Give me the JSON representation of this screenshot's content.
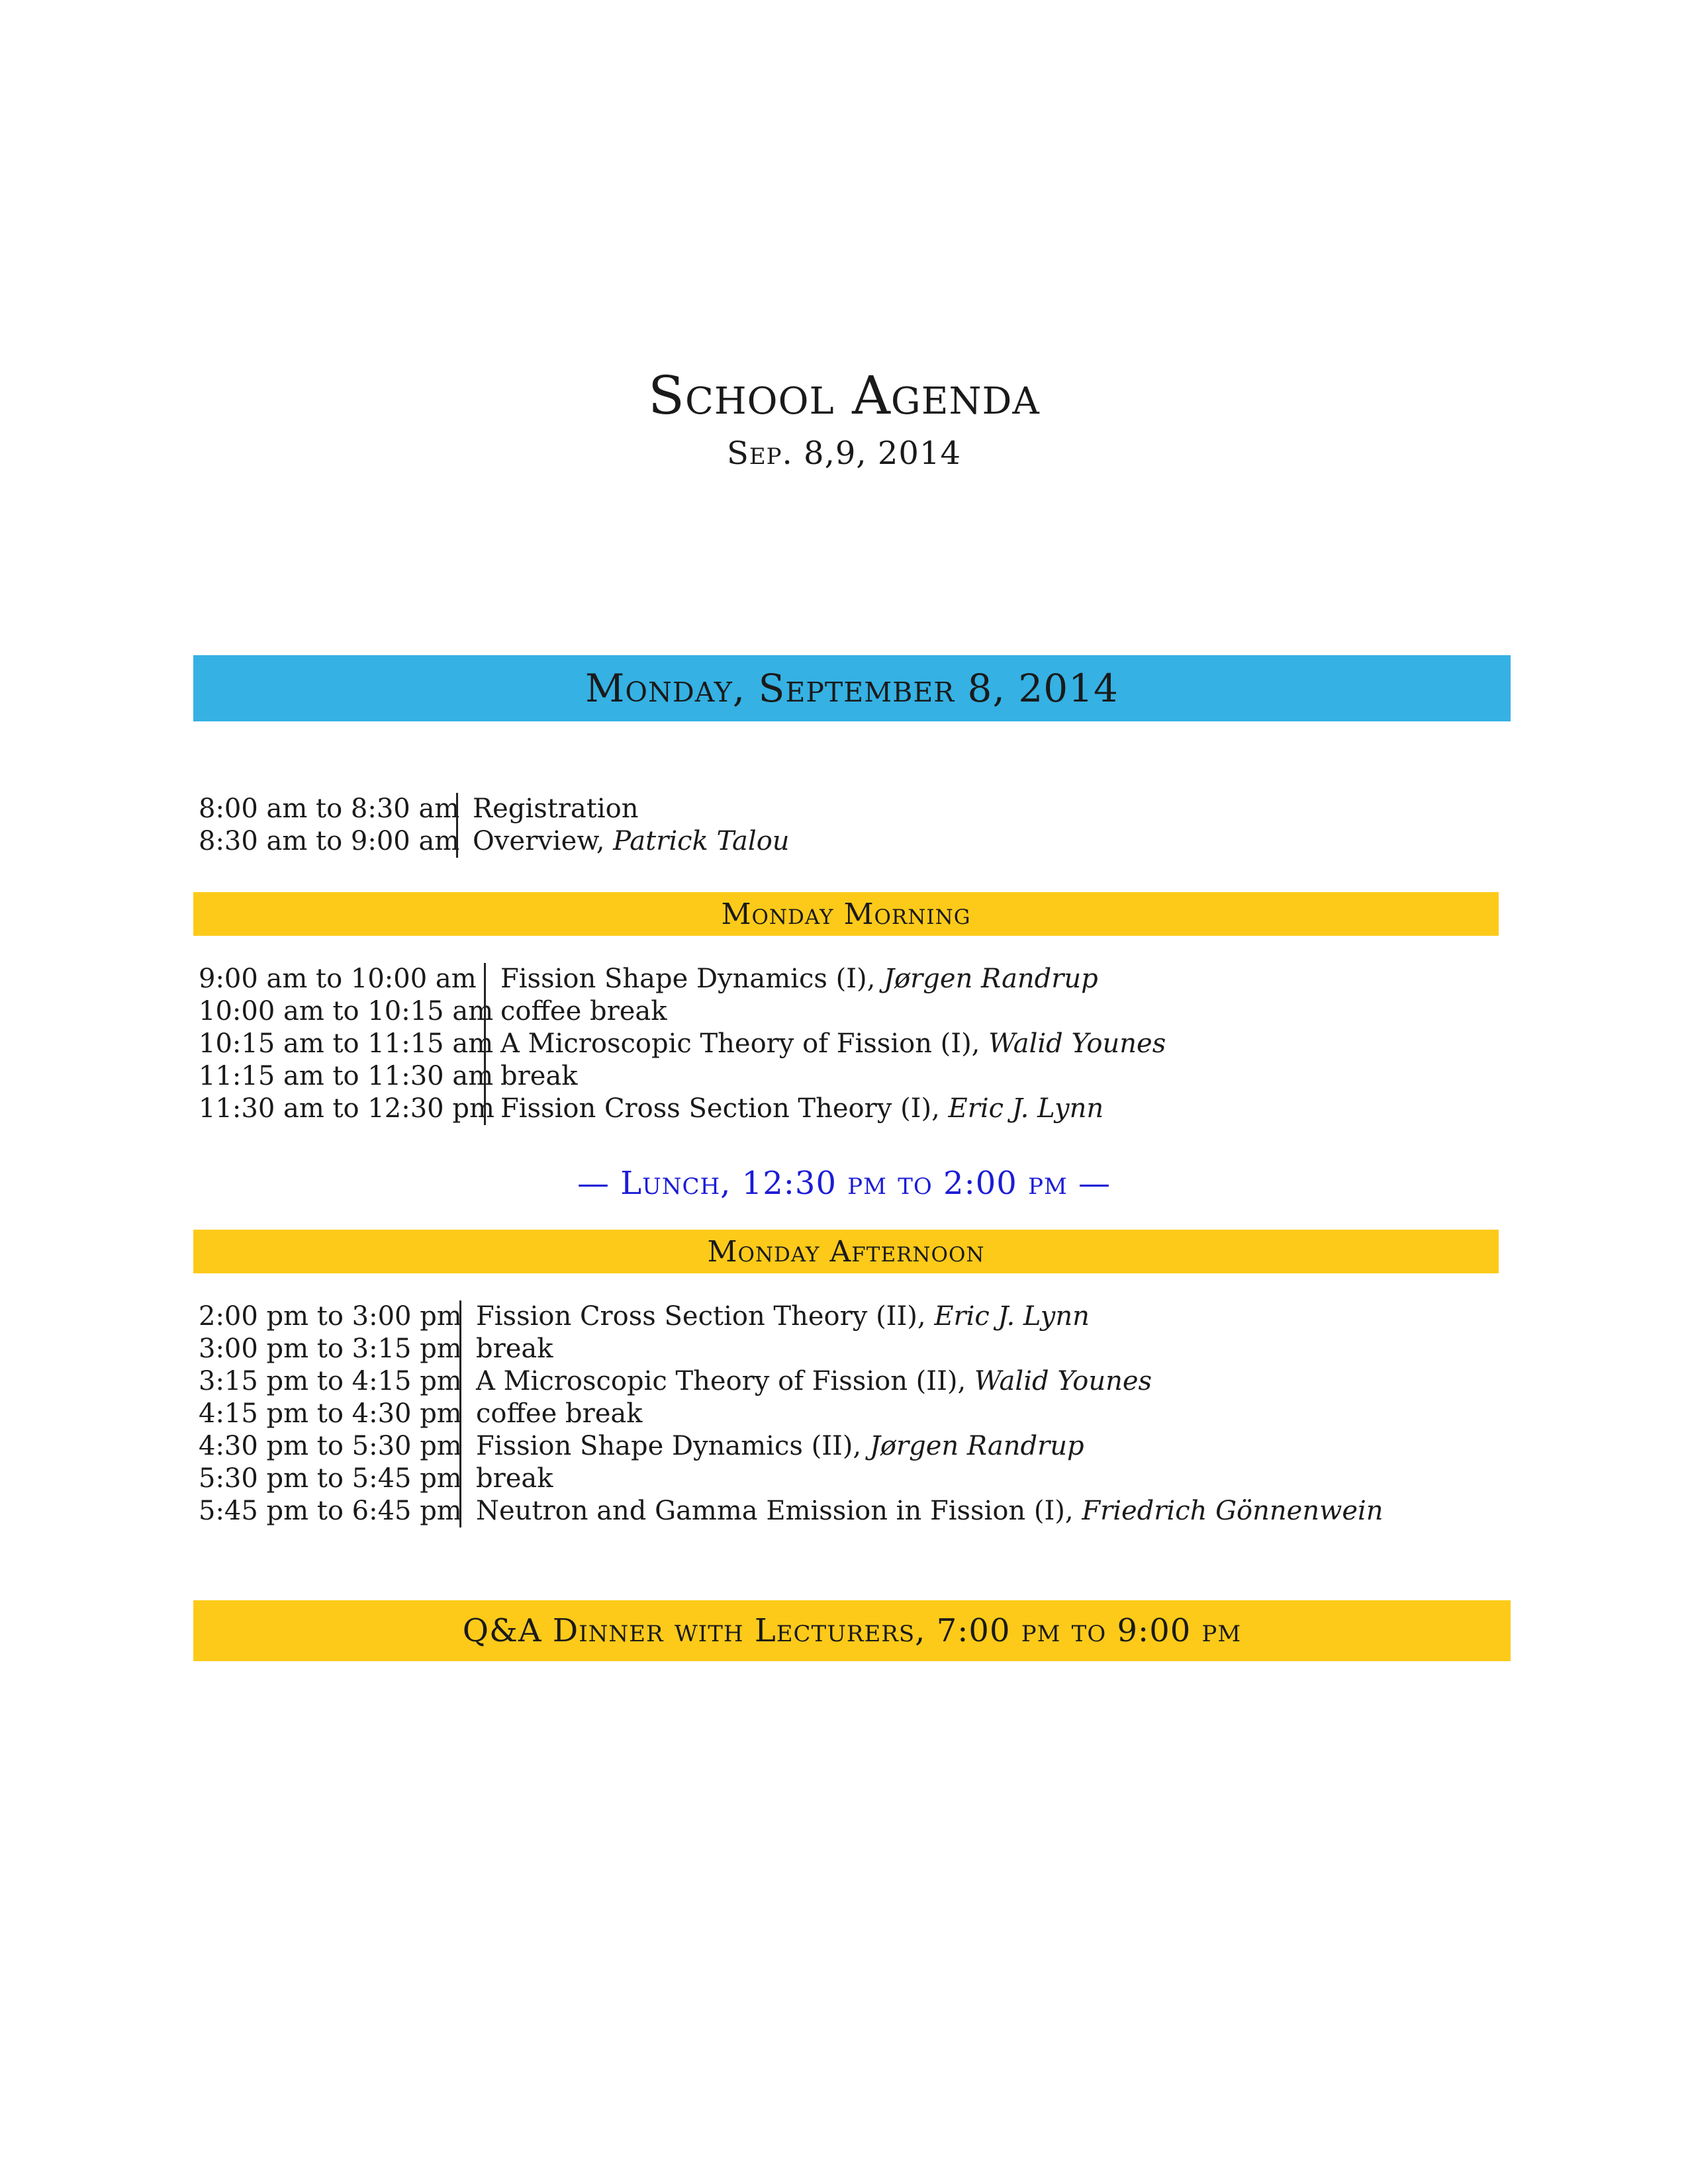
{
  "header": {
    "title": "School Agenda",
    "subtitle": "Sep. 8,9, 2014"
  },
  "day": {
    "title": "Monday, September 8, 2014"
  },
  "opening": [
    {
      "time": "8:00 am to 8:30 am",
      "title": "Registration",
      "speaker": ""
    },
    {
      "time": "8:30 am to 9:00 am",
      "title": "Overview, ",
      "speaker": "Patrick Talou"
    }
  ],
  "morning": {
    "title": "Monday Morning",
    "items": [
      {
        "time": "9:00 am to 10:00 am",
        "title": "Fission Shape Dynamics (I), ",
        "speaker": "Jørgen Randrup"
      },
      {
        "time": "10:00 am to 10:15 am",
        "title": "coffee break",
        "speaker": ""
      },
      {
        "time": "10:15 am to 11:15 am",
        "title": "A Microscopic Theory of Fission (I), ",
        "speaker": "Walid Younes"
      },
      {
        "time": "11:15 am to 11:30 am",
        "title": "break",
        "speaker": ""
      },
      {
        "time": "11:30 am to 12:30 pm",
        "title": "Fission Cross Section Theory (I), ",
        "speaker": "Eric J. Lynn"
      }
    ]
  },
  "lunch": {
    "text": "— Lunch, 12:30 pm to 2:00 pm —"
  },
  "afternoon": {
    "title": "Monday Afternoon",
    "items": [
      {
        "time": "2:00 pm to 3:00 pm",
        "title": "Fission Cross Section Theory (II), ",
        "speaker": "Eric J. Lynn"
      },
      {
        "time": "3:00 pm to 3:15 pm",
        "title": "break",
        "speaker": ""
      },
      {
        "time": "3:15 pm to 4:15 pm",
        "title": "A Microscopic Theory of Fission (II), ",
        "speaker": "Walid Younes"
      },
      {
        "time": "4:15 pm to 4:30 pm",
        "title": "coffee break",
        "speaker": ""
      },
      {
        "time": "4:30 pm to 5:30 pm",
        "title": "Fission Shape Dynamics (II), ",
        "speaker": "Jørgen Randrup"
      },
      {
        "time": "5:30 pm to 5:45 pm",
        "title": "break",
        "speaker": ""
      },
      {
        "time": "5:45 pm to 6:45 pm",
        "title": "Neutron and Gamma Emission in Fission (I), ",
        "speaker": "Friedrich Gönnenwein"
      }
    ]
  },
  "dinner": {
    "text": "Q&A Dinner with Lecturers, 7:00 pm to 9:00 pm"
  },
  "colors": {
    "day_banner": "#35b1e3",
    "session_banner": "#fdca1a",
    "lunch_text": "#1c1cd6"
  }
}
